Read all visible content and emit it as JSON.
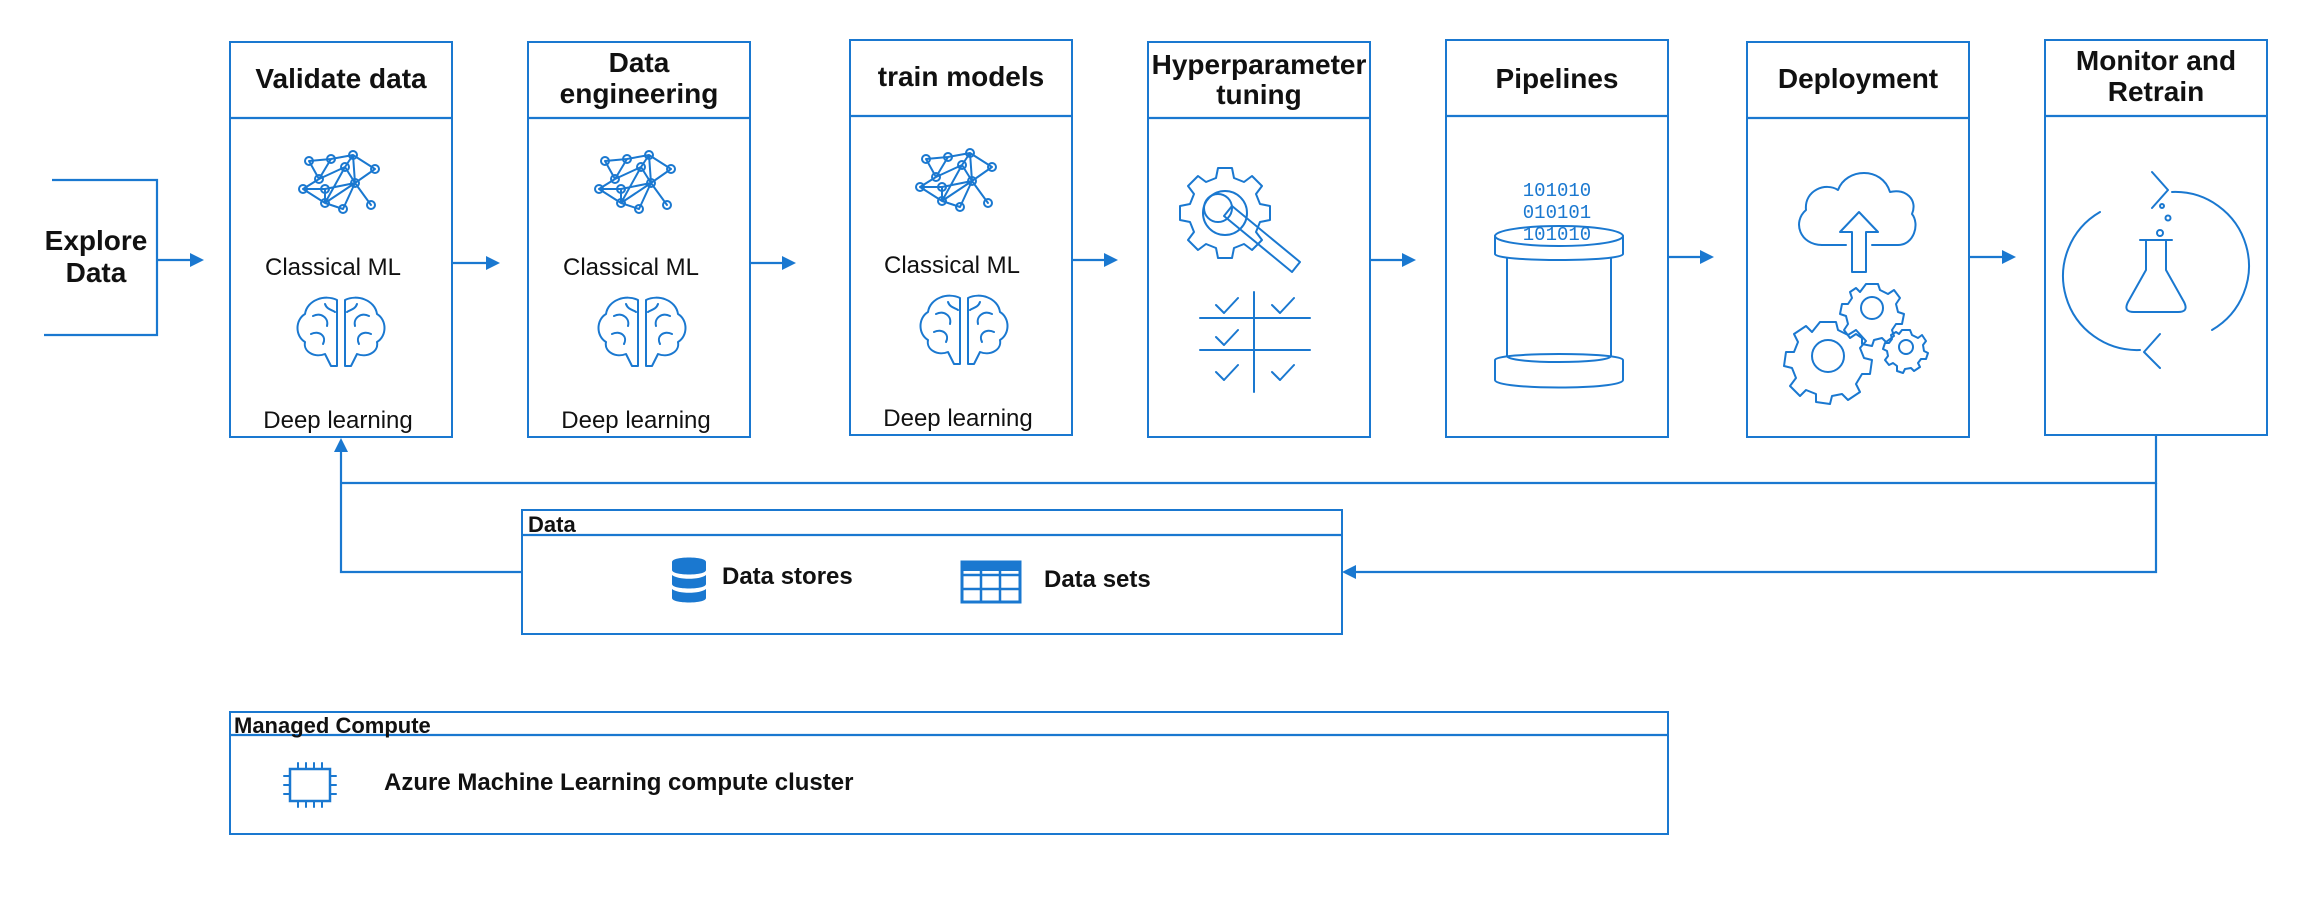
{
  "explore": {
    "line1": "Explore",
    "line2": "Data"
  },
  "stages": [
    {
      "title1": "Validate data",
      "title2": "",
      "label1": "Classical ML",
      "label2": "Deep learning"
    },
    {
      "title1": "Data",
      "title2": "engineering",
      "label1": "Classical ML",
      "label2": "Deep learning"
    },
    {
      "title1": "train models",
      "title2": "",
      "label1": "Classical ML",
      "label2": "Deep learning"
    },
    {
      "title1": "Hyperparameter",
      "title2": "tuning"
    },
    {
      "title1": "Pipelines",
      "title2": ""
    },
    {
      "title1": "Deployment",
      "title2": ""
    },
    {
      "title1": "Monitor and",
      "title2": "Retrain"
    }
  ],
  "pipeline_binary": [
    "101010",
    "010101",
    "101010"
  ],
  "data_panel": {
    "title": "Data",
    "items": [
      {
        "label": "Data stores",
        "icon": "database-icon"
      },
      {
        "label": "Data sets",
        "icon": "table-grid-icon"
      }
    ]
  },
  "compute_panel": {
    "title": "Managed Compute",
    "item": {
      "label": "Azure Machine Learning compute cluster",
      "icon": "cpu-chip-icon"
    }
  },
  "colors": {
    "accent": "#1a78d0",
    "text": "#111111",
    "background": "#ffffff"
  }
}
